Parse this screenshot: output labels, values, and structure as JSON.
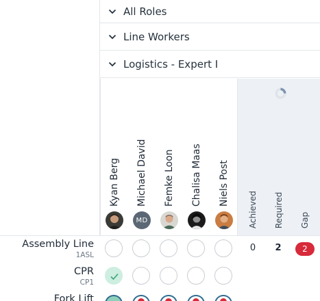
{
  "groups": [
    {
      "label": "All Roles"
    },
    {
      "label": "Line Workers"
    },
    {
      "label": "Logistics - Expert I"
    }
  ],
  "employees": [
    {
      "name": "Kyan Berg",
      "avatar": "photo"
    },
    {
      "name": "Michael David",
      "avatar": "initials",
      "initials": "MD"
    },
    {
      "name": "Femke Loon",
      "avatar": "photo"
    },
    {
      "name": "Chalisa Maas",
      "avatar": "photo"
    },
    {
      "name": "Niels Post",
      "avatar": "photo"
    }
  ],
  "summary_headers": {
    "achieved": "Achieved",
    "required": "Required",
    "gap": "Gap"
  },
  "skills": [
    {
      "name": "Assembly Line",
      "code": "1ASL",
      "achieved": "0",
      "required": "2",
      "gap": "2"
    },
    {
      "name": "CPR",
      "code": "CP1"
    },
    {
      "name": "Fork Lift"
    }
  ],
  "colors": {
    "gap_badge": "#d72a3a",
    "summary_bg": "#edf1f6",
    "check_bg": "#cdeee0",
    "check": "#3aa57a"
  }
}
